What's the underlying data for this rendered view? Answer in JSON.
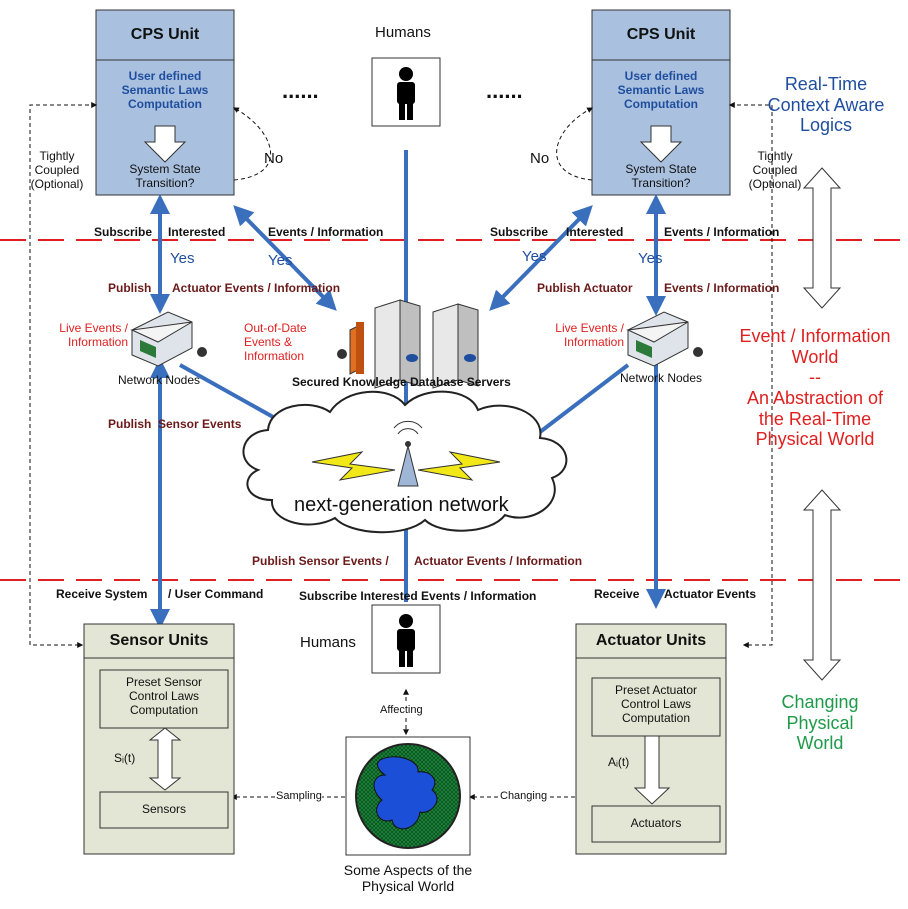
{
  "cps_left": {
    "title": "CPS Unit",
    "computation": "User defined\nSemantic Laws\nComputation",
    "transition": "System State\nTransition?"
  },
  "cps_right": {
    "title": "CPS Unit",
    "computation": "User defined\nSemantic Laws\nComputation",
    "transition": "System State\nTransition?"
  },
  "humans_top": "Humans",
  "humans_bottom": "Humans",
  "dots": "......",
  "no_label": "No",
  "yes_label": "Yes",
  "tightly_coupled": "Tightly\nCoupled\n(Optional)",
  "subscribe": "Subscribe",
  "interested": "Interested",
  "events_information": "Events / Information",
  "publish": "Publish",
  "actuator_events_information": "Actuator Events / Information",
  "publish_actuator": "Publish Actuator",
  "live_events": "Live Events /\nInformation",
  "out_of_date": "Out-of-Date\nEvents &\nInformation",
  "network_nodes": "Network Nodes",
  "servers_label": "Secured Knowledge Database Servers",
  "publish_sensor": "Publish  Sensor Events",
  "network_label": "next-generation network",
  "publish_sensor_events": "Publish Sensor Events /",
  "actuator_events_info2": "Actuator Events / Information",
  "receive_system": "Receive System",
  "user_command": "/ User Command",
  "subscribe_interested": "Subscribe Interested Events / Information",
  "receive": "Receive",
  "actuator_events": "Actuator Events",
  "sensor_units": {
    "title": "Sensor Units",
    "computation": "Preset Sensor\nControl Laws\nComputation",
    "signal": "Sᵢ(t)",
    "component": "Sensors"
  },
  "actuator_units": {
    "title": "Actuator Units",
    "computation": "Preset Actuator\nControl Laws\nComputation",
    "signal": "Aᵢ(t)",
    "component": "Actuators"
  },
  "affecting": "Affecting",
  "sampling": "Sampling",
  "changing": "Changing",
  "physical_world": "Some Aspects of the\nPhysical World",
  "right_logic": "Real-Time\nContext Aware\nLogics",
  "right_event": "Event / Information\nWorld\n--\nAn Abstraction of\nthe Real-Time\nPhysical World",
  "right_physical": "Changing\nPhysical\nWorld",
  "colors": {
    "box_fill": "#a9c0df",
    "unit_fill": "#e3e6d4",
    "arrow_blue": "#3a6fbd",
    "dash_red": "#e02020",
    "label_blue": "#1f4e9e",
    "label_red": "#e02020",
    "label_green": "#1e9a4a",
    "label_maroon": "#6b1a1a"
  }
}
